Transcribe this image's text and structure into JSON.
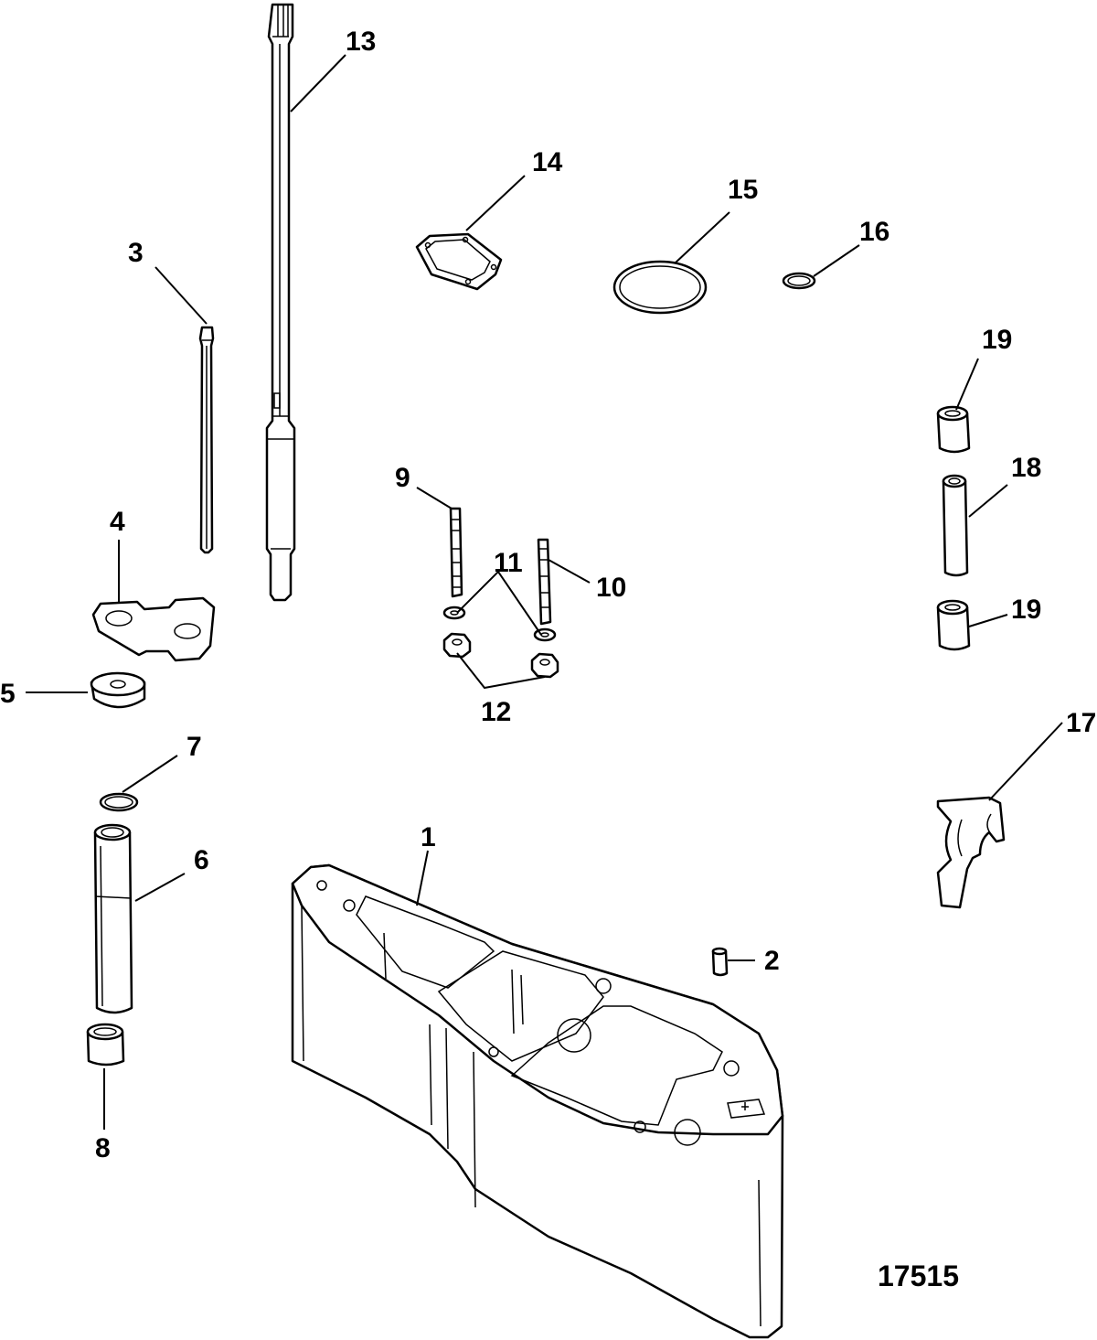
{
  "diagram": {
    "callouts": {
      "c1": "1",
      "c2": "2",
      "c3": "3",
      "c4": "4",
      "c5": "5",
      "c6": "6",
      "c7": "7",
      "c8": "8",
      "c9": "9",
      "c10": "10",
      "c11": "11",
      "c12": "12",
      "c13": "13",
      "c14": "14",
      "c15": "15",
      "c16": "16",
      "c17": "17",
      "c18": "18",
      "c19a": "19",
      "c19b": "19"
    },
    "reference_number": "17515"
  }
}
